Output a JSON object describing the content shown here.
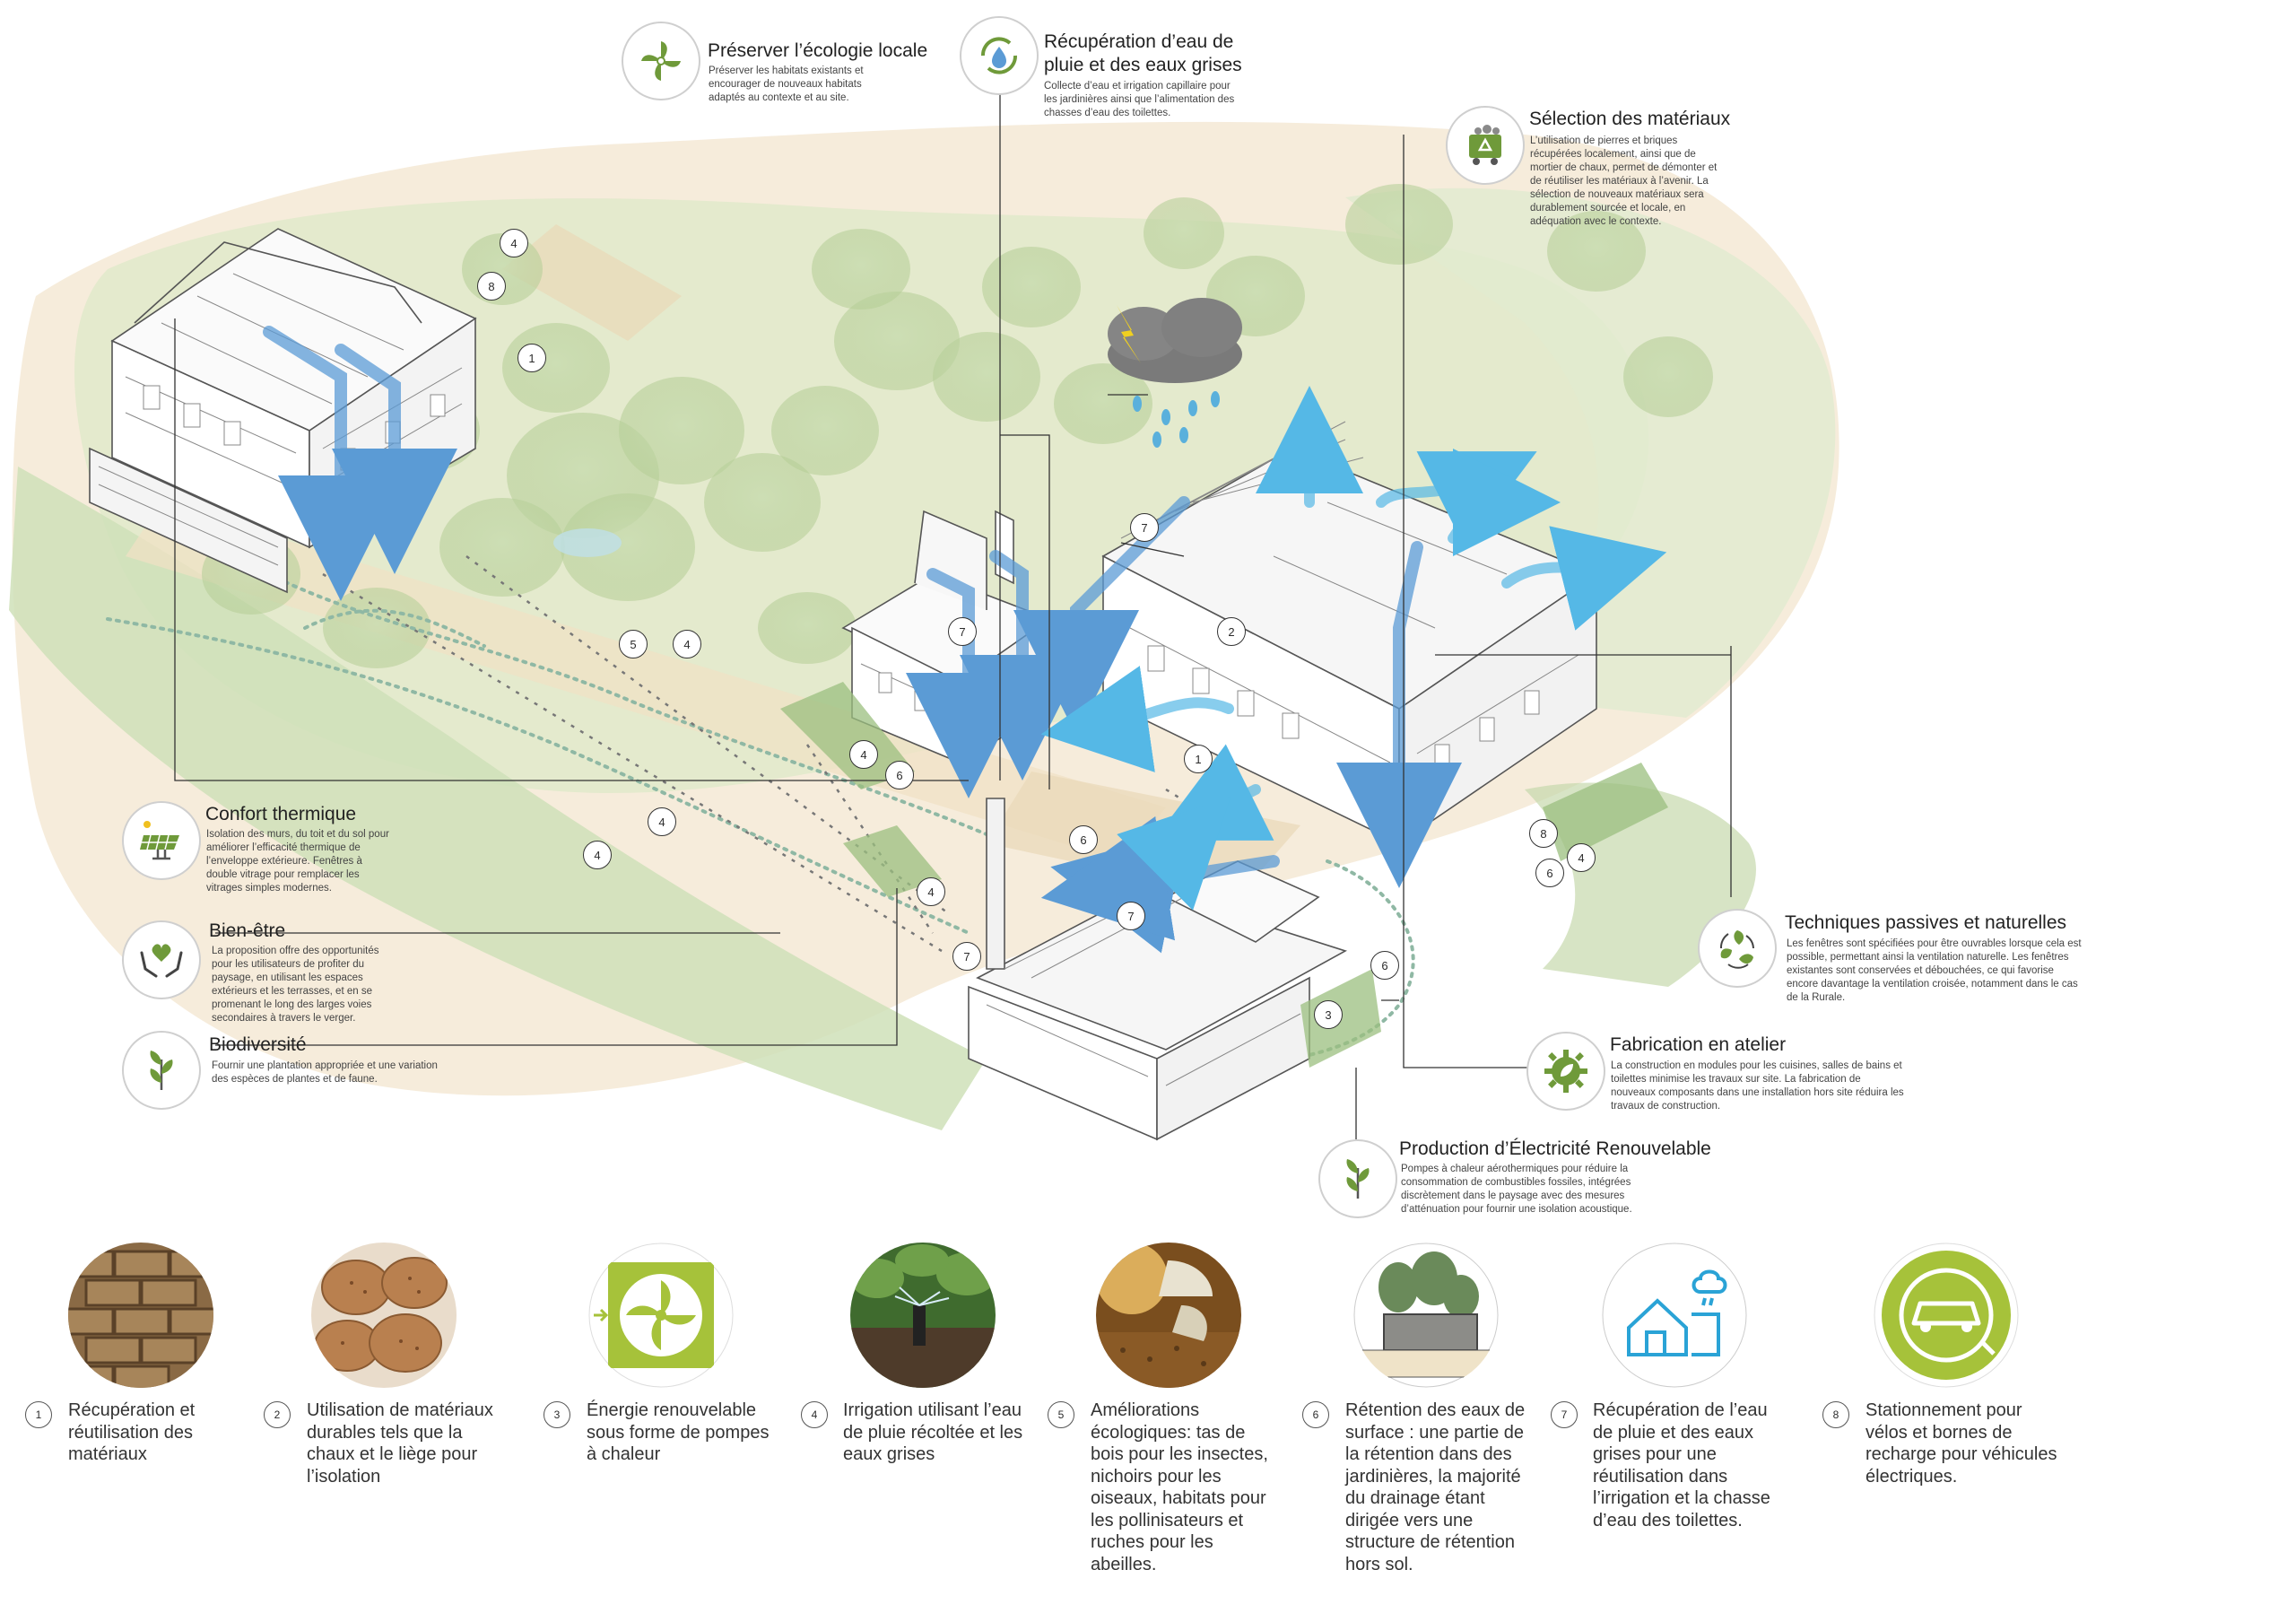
{
  "callouts": {
    "ecologie": {
      "title": "Préserver l’écologie locale",
      "body": "Préserver les habitats existants et encourager de nouveaux habitats adaptés au contexte et au site.",
      "icon": "pinwheel-flower-icon"
    },
    "pluie": {
      "title": "Récupération d’eau de pluie et des eaux grises",
      "body": "Collecte d’eau et irrigation capillaire pour les jardinières ainsi que l’alimentation des chasses d’eau des toilettes.",
      "icon": "water-cycle-icon"
    },
    "materiaux": {
      "title": "Sélection des matériaux",
      "body": "L’utilisation de pierres et briques récupérées localement, ainsi que de mortier de chaux, permet de démonter et de réutiliser les matériaux à l’avenir. La sélection de nouveaux matériaux sera durablement sourcée et locale, en adéquation avec le contexte.",
      "icon": "recycling-cart-icon"
    },
    "confort": {
      "title": "Confort thermique",
      "body": "Isolation des murs, du toit et du sol pour améliorer l’efficacité thermique de l’enveloppe extérieure. Fenêtres à double vitrage pour remplacer les vitrages simples modernes.",
      "icon": "solar-panel-icon"
    },
    "bienetre": {
      "title": "Bien-être",
      "body": "La proposition offre des opportunités pour les utilisateurs de profiter du paysage, en utilisant les espaces extérieurs et les terrasses, et en se promenant le long des larges voies secondaires à travers le verger.",
      "icon": "hands-heart-icon"
    },
    "biodiversite": {
      "title": "Biodiversité",
      "body": "Fournir une plantation appropriée et une variation des espèces de plantes et de faune.",
      "icon": "sprout-icon"
    },
    "passives": {
      "title": "Techniques passives et naturelles",
      "body": "Les fenêtres sont spécifiées pour être ouvrables lorsque cela est possible, permettant ainsi la ventilation naturelle. Les fenêtres existantes sont conservées et débouchées, ce qui favorise encore davantage la ventilation croisée, notamment dans le cas de la Rurale.",
      "icon": "leaf-cycle-icon"
    },
    "atelier": {
      "title": "Fabrication en atelier",
      "body": "La construction en modules pour les cuisines, salles de bains et toilettes minimise les travaux sur site. La fabrication de nouveaux composants dans une installation hors site réduira les travaux de construction.",
      "icon": "gear-leaf-icon"
    },
    "electricite": {
      "title": "Production d’Électricité Renouvelable",
      "body": "Pompes à chaleur aérothermiques pour réduire la consommation de combustibles fossiles, intégrées discrètement dans le paysage avec des mesures d’atténuation pour fournir une isolation acoustique.",
      "icon": "sprout-icon"
    }
  },
  "map_numbers": [
    "4",
    "8",
    "1",
    "5",
    "4",
    "7",
    "7",
    "2",
    "4",
    "6",
    "1",
    "4",
    "4",
    "6",
    "8",
    "4",
    "6",
    "4",
    "7",
    "7",
    "6",
    "3"
  ],
  "legend": [
    {
      "num": "1",
      "text": "Récupération et réutilisation des matériaux",
      "photo": "brick-stack-photo"
    },
    {
      "num": "2",
      "text": "Utilisation de matériaux durables tels que la chaux et le liège pour l’isolation",
      "photo": "cork-photo"
    },
    {
      "num": "3",
      "text": "Énergie renouvelable sous forme de pompes à chaleur",
      "photo": "heat-pump-fan-icon"
    },
    {
      "num": "4",
      "text": "Irrigation utilisant l’eau de pluie récoltée et les eaux grises",
      "photo": "drip-irrigation-photo"
    },
    {
      "num": "5",
      "text": "Améliorations écologiques: tas de bois pour les insectes, nichoirs pour les oiseaux, habitats pour les pollinisateurs et ruches pour les abeilles.",
      "photo": "beekeeper-photo"
    },
    {
      "num": "6",
      "text": "Rétention des eaux de surface : une partie de la rétention dans des jardinières, la majorité du drainage étant dirigée vers une structure de rétention hors sol.",
      "photo": "planter-section-drawing"
    },
    {
      "num": "7",
      "text": "Récupération de l’eau de pluie et des eaux grises pour une réutilisation dans l’irrigation et la chasse d’eau des toilettes.",
      "photo": "rainwater-house-icon"
    },
    {
      "num": "8",
      "text": "Stationnement pour vélos et bornes de recharge pour véhicules électriques.",
      "photo": "ev-charging-icon"
    }
  ],
  "colors": {
    "accent_green": "#9fb83a",
    "icon_green": "#6f9a3a",
    "water_blue": "#5b9bd5",
    "vent_blue": "#55b8e6",
    "landscape_green": "#cfe0b8",
    "landscape_beige": "#f3e6cf"
  }
}
